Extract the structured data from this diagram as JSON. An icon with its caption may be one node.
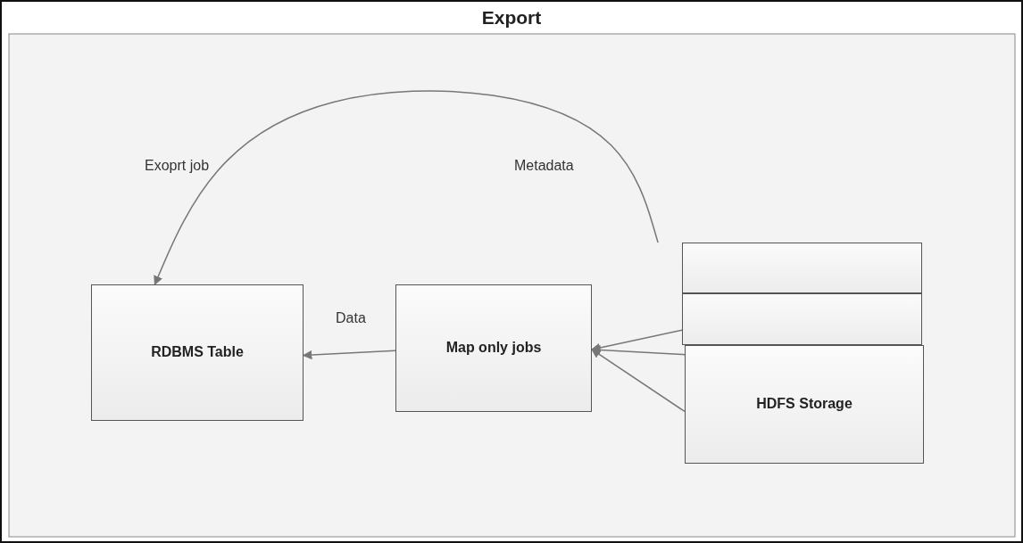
{
  "diagram": {
    "nodes": [
      {
        "text": [
          "Export"
        ]
      },
      {
        "text": [
          "RDBMS Table"
        ],
        "in": 0
      },
      {
        "text": [
          "Map only jobs"
        ],
        "in": 0
      },
      {
        "text": [],
        "shape": "box",
        "in": 0
      },
      {
        "text": [],
        "shape": "box",
        "in": 0
      },
      {
        "text": [
          "HDFS Storage"
        ],
        "in": 0
      }
    ],
    "edges": [
      {
        "from": 2,
        "to": 1,
        "arrow": "to",
        "label": "Data"
      },
      {
        "from": 4,
        "to": 2,
        "arrow": "to"
      },
      {
        "from": 5,
        "to": 2,
        "arrow": "to"
      },
      {
        "from": 5,
        "to": 2,
        "arrow": "to"
      },
      {
        "from": 3,
        "to": 1,
        "arrow": "to",
        "label": "Exoprt job"
      }
    ],
    "labels": [
      "Metadata"
    ]
  }
}
